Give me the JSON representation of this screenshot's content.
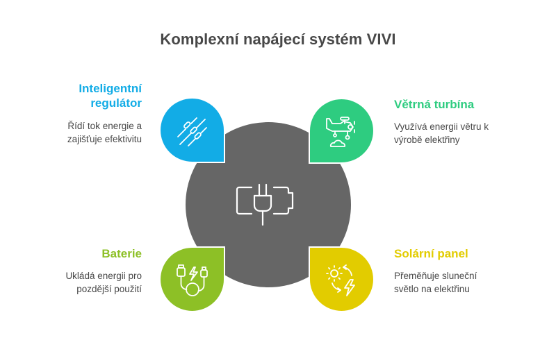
{
  "title": "Komplexní napájecí systém VIVI",
  "center": {
    "icon": "plug-battery-icon",
    "color": "#666666"
  },
  "items": [
    {
      "id": "regulator",
      "position": "top-left",
      "heading_line1": "Inteligentní",
      "heading_line2": "regulátor",
      "desc_line1": "Řídí tok energie a",
      "desc_line2": "zajišťuje efektivitu",
      "icon": "resistors-icon",
      "color": "#12ACE6"
    },
    {
      "id": "wind",
      "position": "top-right",
      "heading_line1": "Větrná turbína",
      "desc_line1": "Využívá energii větru k",
      "desc_line2": "výrobě elektřiny",
      "icon": "airplane-cloud-icon",
      "color": "#2ECC80"
    },
    {
      "id": "battery",
      "position": "bottom-left",
      "heading_line1": "Baterie",
      "desc_line1": "Ukládá energii pro",
      "desc_line2": "pozdější použití",
      "icon": "charging-cable-icon",
      "color": "#8DC026"
    },
    {
      "id": "solar",
      "position": "bottom-right",
      "heading_line1": "Solární panel",
      "desc_line1": "Přeměňuje sluneční",
      "desc_line2": "světlo na elektřinu",
      "icon": "sun-energy-icon",
      "color": "#E2CC00"
    }
  ]
}
